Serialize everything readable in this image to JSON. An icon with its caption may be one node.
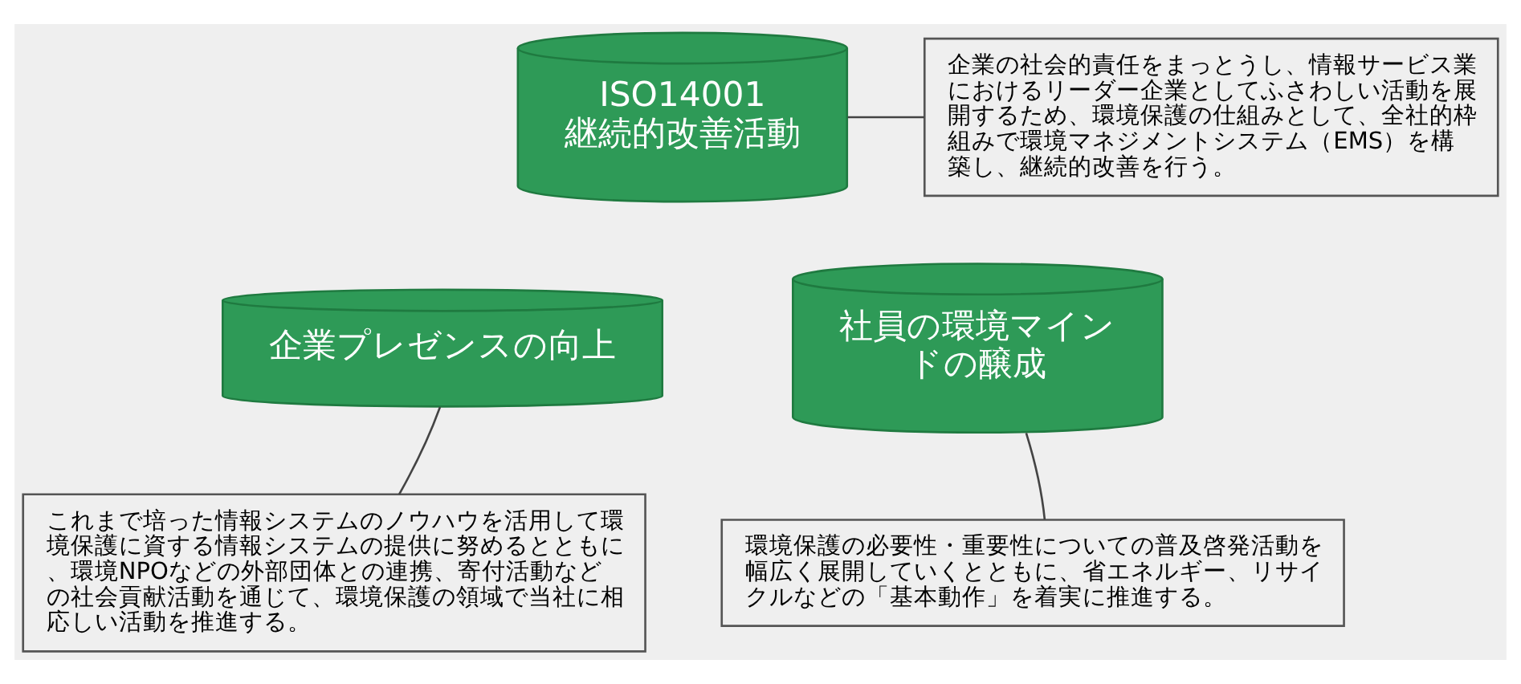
{
  "diagram": {
    "nodes": [
      {
        "text": [
          "ISO14001 継続的改善活動"
        ]
      },
      {
        "text": [
          "企業プレゼンスの向上"
        ]
      },
      {
        "text": [
          "社員の環境マインドの醸成"
        ]
      },
      {
        "text": [
          "企業の社会的責任をまっとうし、情報サービス業におけるリーダー企業としてふさわしい活動を展開するため、環境保護の仕組みとして、全社的枠組みで環境マネジメントシステム（EMS）を構築し、継続的改善を行う。"
        ]
      },
      {
        "text": [
          "これまで培った情報システムのノウハウを活用して環境保護に資する情報システムの提供に努めるとともに、環境NPOなどの外部団体との連携、寄付活動などの社会貢献活動を通じて、環境保護の領域で当社に相応しい活動を推進する。"
        ]
      },
      {
        "text": [
          "環境保護の必要性・重要性についての普及啓発活動を幅広く展開していくとともに、省エネルギー、リサイクルなどの「基本動作」を着実に推進する。"
        ]
      }
    ],
    "edges": [
      {
        "from": 3,
        "to": 0,
        "arrow": "none"
      },
      {
        "from": 4,
        "to": 1,
        "arrow": "none"
      },
      {
        "from": 5,
        "to": 2,
        "arrow": "none"
      }
    ]
  }
}
